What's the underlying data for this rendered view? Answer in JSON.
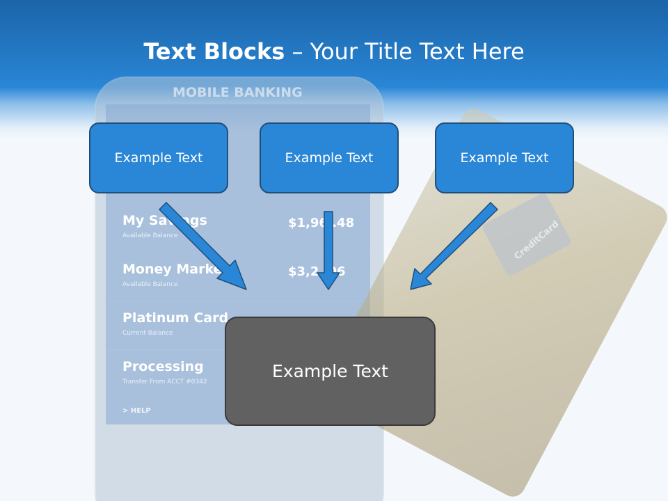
{
  "title": {
    "bold": "Text Blocks",
    "separator": "–",
    "normal": "Your Title Text Here"
  },
  "background": {
    "phone_header": "MOBILE BANKING",
    "accounts": [
      {
        "name": "My Savings",
        "sub": "Available Balance",
        "amount": "$1,96 .48"
      },
      {
        "name": "Money Market",
        "sub": "Available Balance",
        "amount": "$3,2  .06"
      },
      {
        "name": "Platinum Card",
        "sub": "Current Balance",
        "amount": ""
      },
      {
        "name": "Processing",
        "sub": "Transfer From ACCT #0342",
        "amount": ""
      }
    ],
    "help": "> HELP",
    "card_chip_label": "CreditCard"
  },
  "blocks": {
    "top": [
      "Example Text",
      "Example Text",
      "Example Text"
    ],
    "bottom": "Example Text"
  },
  "colors": {
    "block_blue": "#2a86d6",
    "block_gray": "#616161",
    "header": "#1b64a8",
    "border": "#1f4e79"
  }
}
